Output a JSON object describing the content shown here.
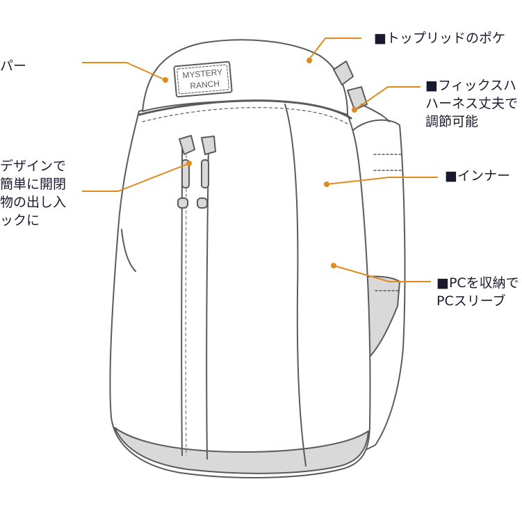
{
  "brand": {
    "logo_line1": "MYSTERY",
    "logo_line2": "RANCH"
  },
  "colors": {
    "leader": "#e08a1e",
    "outline": "#5a5a5a",
    "shade": "#d9d9d9",
    "text": "#1a1a2e"
  },
  "callouts": [
    {
      "id": "zipper",
      "lines": [
        "パー"
      ]
    },
    {
      "id": "top-lid-pocket",
      "lines": [
        "■トップリッドのポケ"
      ]
    },
    {
      "id": "fixed-harness",
      "lines": [
        "■フィックスハ",
        "ハーネス丈夫で",
        "調節可能"
      ]
    },
    {
      "id": "design-opening",
      "lines": [
        "デザインで",
        "簡単に開閉",
        "物の出し入",
        "ックに"
      ]
    },
    {
      "id": "inner",
      "lines": [
        "■インナー"
      ]
    },
    {
      "id": "pc-sleeve",
      "lines": [
        "■PCを収納で",
        "PCスリーブ"
      ]
    }
  ]
}
